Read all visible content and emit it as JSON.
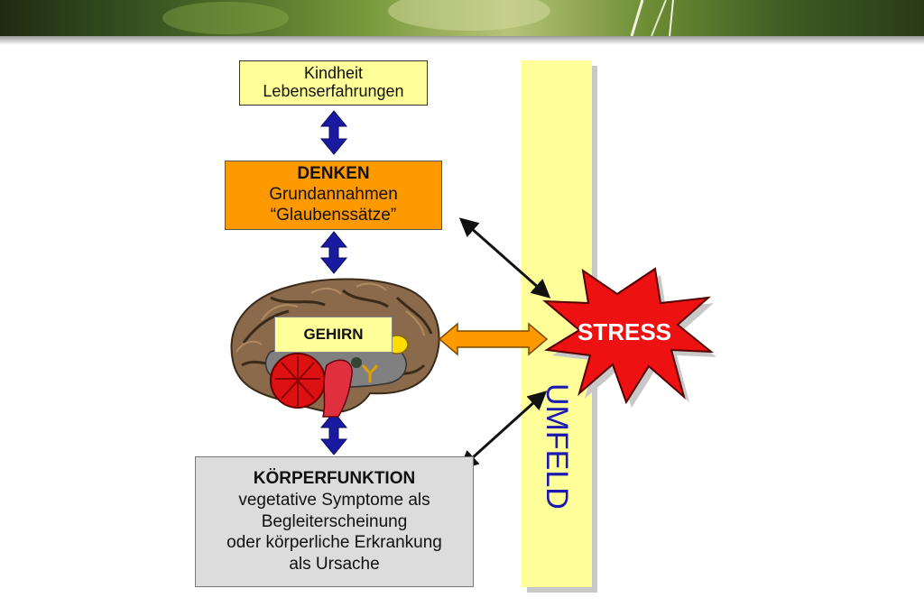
{
  "boxes": {
    "kindheit": {
      "line1": "Kindheit",
      "line2": "Lebenserfahrungen"
    },
    "denken": {
      "title": "DENKEN",
      "line1": "Grundannahmen",
      "line2": "“Glaubenssätze”"
    },
    "gehirn": {
      "label": "GEHIRN"
    },
    "koerper": {
      "title": "KÖRPERFUNKTION",
      "line1": "vegetative Symptome als",
      "line2": "Begleiterscheinung",
      "line3": "oder körperliche Erkrankung",
      "line4": "als Ursache"
    }
  },
  "umfeld": {
    "label": "UMFELD"
  },
  "stress": {
    "label": "STRESS"
  },
  "colors": {
    "yellow_box": "#ffff99",
    "orange_box": "#ff9900",
    "grey_box": "#dcdcdc",
    "stress_red": "#ee1111",
    "umfeld_text": "#1a1ab0",
    "arrow_blue": "#1a1aa0",
    "arrow_orange": "#ff9900"
  }
}
